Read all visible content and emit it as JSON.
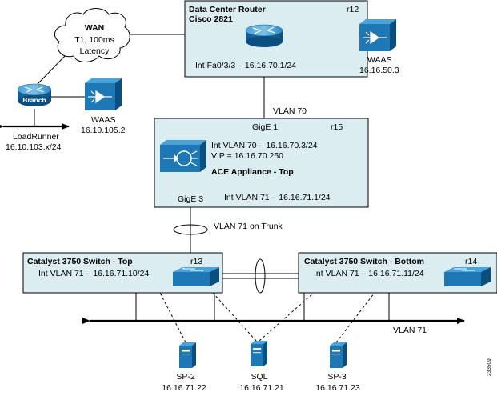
{
  "colors": {
    "box_fill": "#dcedf2",
    "device_blue": "#1e78b5",
    "device_dark": "#0e5d95",
    "device_light": "#4aa3d8"
  },
  "wan": {
    "title": "WAN",
    "detail_line1": "T1, 100ms",
    "detail_line2": "Latency"
  },
  "dc_router": {
    "title_line1": "Data Center Router",
    "title_line2": "Cisco 2821",
    "id": "r12",
    "interface": "Int Fa0/3/3 – 16.16.70.1/24"
  },
  "wae_dc": {
    "label": "WAAS",
    "ip": "16.16.50.3"
  },
  "branch": {
    "router_label": "Branch",
    "wae_label": "WAAS",
    "wae_ip": "16.10.105.2",
    "loadrunner_label": "LoadRunner",
    "loadrunner_ip": "16.10.103.x/24"
  },
  "vlan70_label": "VLAN 70",
  "ace": {
    "gige1": "GigE 1",
    "id": "r15",
    "int_vlan70": "Int VLAN 70 – 16.16.70.3/24",
    "vip": "VIP = 16.16.70.250",
    "title": "ACE Appliance - Top",
    "gige3": "GigE 3",
    "int_vlan71": "Int VLAN 71 – 16.16.71.1/24"
  },
  "trunk_label": "VLAN 71 on Trunk",
  "switch_top": {
    "title": "Catalyst 3750 Switch - Top",
    "id": "r13",
    "interface": "Int VLAN 71 – 16.16.71.10/24"
  },
  "switch_bottom": {
    "title": "Catalyst 3750 Switch - Bottom",
    "id": "r14",
    "interface": "Int VLAN 71 – 16.16.71.11/24"
  },
  "vlan71_label": "VLAN 71",
  "servers": [
    {
      "name": "SP-2",
      "ip": "16.16.71.22"
    },
    {
      "name": "SQL",
      "ip": "16.16.71.21"
    },
    {
      "name": "SP-3",
      "ip": "16.16.71.23"
    }
  ],
  "figure_id": "233509"
}
